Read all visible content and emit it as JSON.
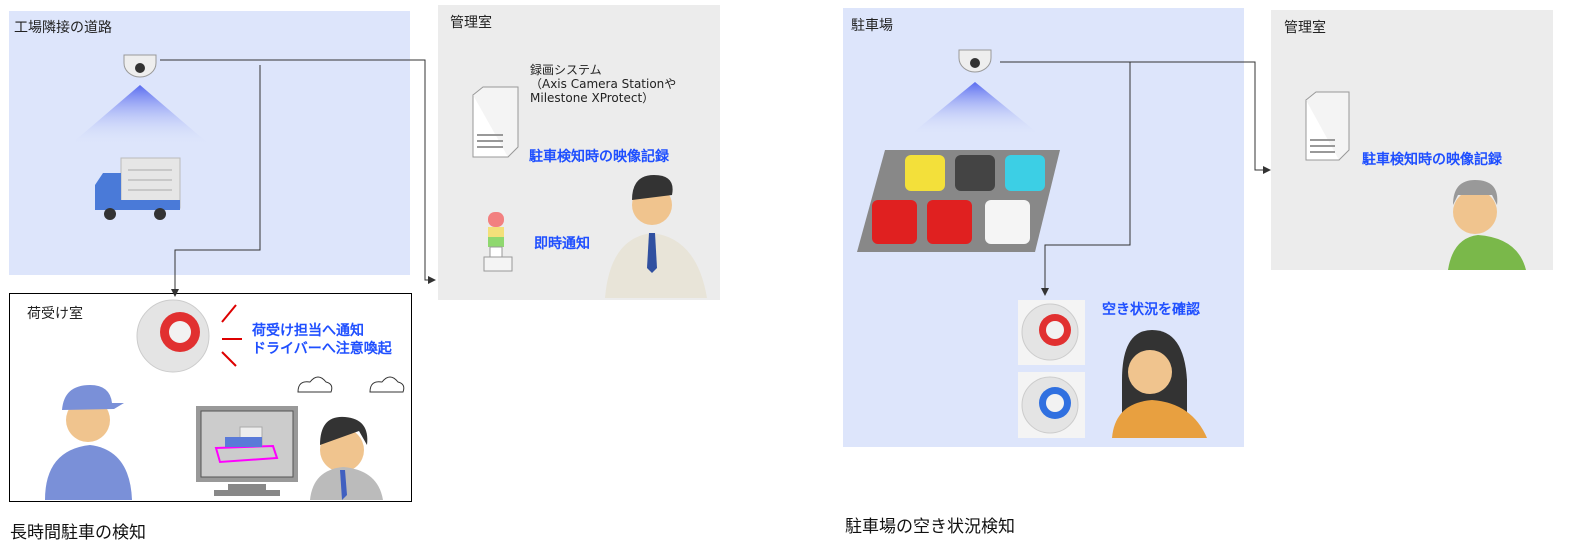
{
  "left": {
    "road_label": "工場隣接の道路",
    "control_room_label": "管理室",
    "recording_system": [
      "録画システム",
      "（Axis Camera  Stationや",
      "Milestone  XProtect）"
    ],
    "recording_text": "駐車検知時の映像記録",
    "notify_text": "即時通知",
    "receiving_room_label": "荷受け室",
    "alert_lines": [
      "荷受け担当へ通知",
      "ドライバーへ注意喚起"
    ],
    "caption": "長時間駐車の検知"
  },
  "right": {
    "parking_label": "駐車場",
    "control_room_label": "管理室",
    "recording_text": "駐車検知時の映像記録",
    "check_text": "空き状況を確認",
    "caption": "駐車場の空き状況検知"
  },
  "colors": {
    "accent": "#1f4fff",
    "panel_blue": "#dde5fb",
    "panel_gray": "#ececec"
  }
}
